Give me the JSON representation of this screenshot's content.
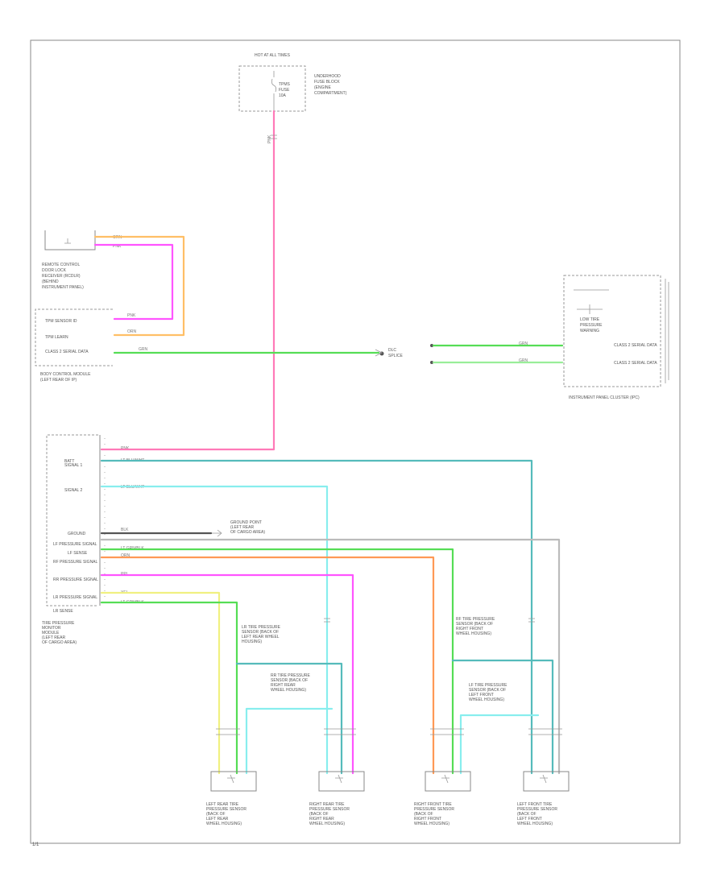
{
  "colors": {
    "pink": "#ff7ab8",
    "orange": "#ffbf66",
    "magenta": "#ff55ff",
    "green": "#55dd55",
    "teal": "#55bbbb",
    "light_blue": "#88eeee",
    "orange_dark": "#ff9955",
    "yellow": "#f0f080",
    "gray": "#999999",
    "black": "#555555"
  },
  "frame": {
    "page_mark": "1/1"
  },
  "fuse_block": {
    "title": "HOT AT ALL TIMES",
    "desc_lines": [
      "UNDERHOOD",
      "FUSE BLOCK",
      "(ENGINE",
      "COMPARTMENT)"
    ],
    "fuse_lines": [
      "TPMS",
      "FUSE",
      "10A"
    ],
    "wire_color": "PNK"
  },
  "rke_receiver": {
    "title_lines": [
      "REMOTE CONTROL",
      "DOOR LOCK",
      "RECEIVER (RCDLR)",
      "(BEHIND",
      "INSTRUMENT PANEL)"
    ],
    "wire_labels": [
      "ORN",
      "PNK"
    ]
  },
  "bcm": {
    "title_lines": [
      "BODY CONTROL MODULE",
      "(LEFT REAR OF IP)"
    ],
    "pins": [
      "TPM SENSOR ID",
      "TPM LEARN",
      "CLASS 2 SERIAL DATA"
    ],
    "wire_labels": [
      "PNK",
      "ORN",
      "GRN"
    ]
  },
  "splice": {
    "label_lines": [
      "DLC",
      "SPLICE"
    ]
  },
  "cluster": {
    "title": "INSTRUMENT PANEL CLUSTER (IPC)",
    "lamp_lines": [
      "LOW TIRE",
      "PRESSURE",
      "WARNING"
    ],
    "pins": [
      "CLASS 2 SERIAL DATA",
      "CLASS 2 SERIAL DATA"
    ],
    "wire_labels": [
      "GRN",
      "GRN"
    ]
  },
  "tpm_module": {
    "title_lines": [
      "TIRE PRESSURE",
      "MONITOR",
      "MODULE",
      "(LEFT REAR",
      "OF CARGO AREA)"
    ],
    "pins": [
      "BATT",
      "SIGNAL 1",
      "SIGNAL 2",
      "GROUND",
      "LF PRESSURE SIGNAL",
      "LF SENSE",
      "RF PRESSURE SIGNAL",
      "RR PRESSURE SIGNAL",
      "LR PRESSURE SIGNAL",
      "LR SENSE"
    ],
    "wire_labels": [
      "PNK",
      "LT BLU/WHT",
      "LT BLU/WHT",
      "BLK",
      "LT GRN/BLK",
      "ORN",
      "PPL",
      "YEL",
      "LT GRN/BLK"
    ],
    "ground_label_lines": [
      "GROUND POINT",
      "(LEFT REAR",
      "OF CARGO AREA)"
    ]
  },
  "interim_labels": [
    [
      "LR TIRE PRESSURE",
      "SENSOR (BACK OF",
      "LEFT REAR WHEEL",
      "HOUSING)"
    ],
    [
      "RR TIRE PRESSURE",
      "SENSOR (BACK OF",
      "RIGHT REAR",
      "WHEEL HOUSING)"
    ],
    [
      "RF TIRE PRESSURE",
      "SENSOR (BACK OF",
      "RIGHT FRONT",
      "WHEEL HOUSING)"
    ],
    [
      "LF TIRE PRESSURE",
      "SENSOR (BACK OF",
      "LEFT FRONT",
      "WHEEL HOUSING)"
    ]
  ],
  "sensors": [
    {
      "name_lines": [
        "LEFT REAR TIRE",
        "PRESSURE SENSOR",
        "(BACK OF",
        "LEFT REAR",
        "WHEEL HOUSING)"
      ]
    },
    {
      "name_lines": [
        "RIGHT REAR TIRE",
        "PRESSURE SENSOR",
        "(BACK OF",
        "RIGHT REAR",
        "WHEEL HOUSING)"
      ]
    },
    {
      "name_lines": [
        "RIGHT FRONT TIRE",
        "PRESSURE SENSOR",
        "(BACK OF",
        "RIGHT FRONT",
        "WHEEL HOUSING)"
      ]
    },
    {
      "name_lines": [
        "LEFT FRONT TIRE",
        "PRESSURE SENSOR",
        "(BACK OF",
        "LEFT FRONT",
        "WHEEL HOUSING)"
      ]
    }
  ]
}
